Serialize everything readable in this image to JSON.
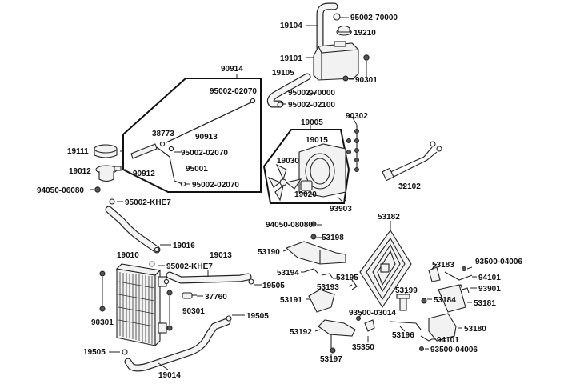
{
  "parts": {
    "p19104": "19104",
    "p95002_70000_top": "95002-70000",
    "p19210": "19210",
    "p19101": "19101",
    "p90301_top": "90301",
    "p19105": "19105",
    "p95002_70000_mid": "95002-70000",
    "p95002_02100": "95002-02100",
    "p90914": "90914",
    "p95002_02070_a": "95002-02070",
    "p90913": "90913",
    "p38773": "38773",
    "p95002_02070_b": "95002-02070",
    "p90912": "90912",
    "p95001": "95001",
    "p95002_02070_c": "95002-02070",
    "p19111": "19111",
    "p19012": "19012",
    "p94050_06080": "94050-06080",
    "p95002_KHE7_a": "95002-KHE7",
    "p19005": "19005",
    "p19015": "19015",
    "p19030": "19030",
    "p19020": "19020",
    "p90302": "90302",
    "p93903": "93903",
    "p32102": "32102",
    "p94050_08080": "94050-08080",
    "p53198": "53198",
    "p53182": "53182",
    "p19016": "19016",
    "p19010": "19010",
    "p19013": "19013",
    "p95002_KHE7_b": "95002-KHE7",
    "p19505_a": "19505",
    "p37760": "37760",
    "p90301_mid": "90301",
    "p90301_left": "90301",
    "p19505_b": "19505",
    "p19505_c": "19505",
    "p19014": "19014",
    "p53190": "53190",
    "p53194": "53194",
    "p53195": "53195",
    "p53193": "53193",
    "p53191": "53191",
    "p93500_03014": "93500-03014",
    "p53192": "53192",
    "p35350": "35350",
    "p53197": "53197",
    "p53183": "53183",
    "p93500_04006_a": "93500-04006",
    "p94101_a": "94101",
    "p93901": "93901",
    "p53199": "53199",
    "p53184": "53184",
    "p53181": "53181",
    "p53196": "53196",
    "p53180": "53180",
    "p94101_b": "94101",
    "p93500_04006_b": "93500-04006"
  }
}
